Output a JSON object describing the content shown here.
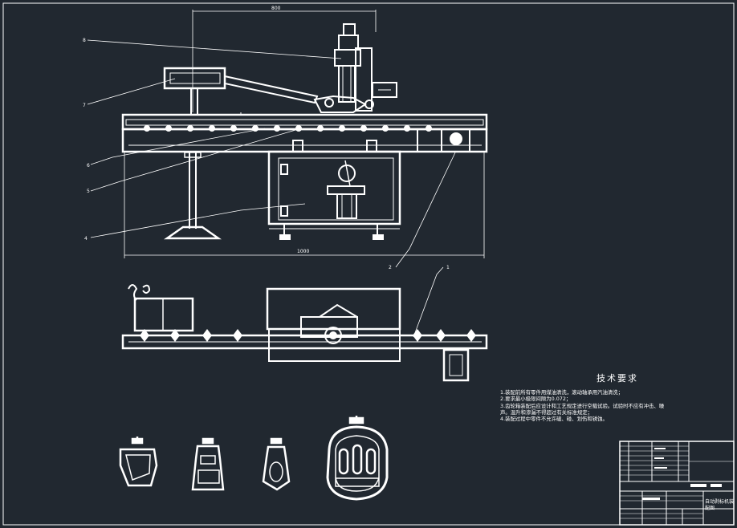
{
  "drawing": {
    "background_color": "#212830",
    "line_color": "#ffffff",
    "top_dimension": "800",
    "bottom_dimension": "1000",
    "balloons": [
      "8",
      "7",
      "6",
      "5",
      "4",
      "2",
      "1"
    ]
  },
  "tech_requirements": {
    "title": "技术要求",
    "items": [
      "1.装配前所有零件用煤油清洗，滚动轴承用汽油清洗；",
      "2.要求最小极限间隙为0.072；",
      "3.齿轮箱装配后应设计和工艺规定进行空载试验。试验时不应有冲击、噪",
      "声。温升和渗漏不得超过有关标准规定；",
      "4.装配过程中零件不允许磕、碰、划伤和锈蚀。"
    ]
  },
  "title_block": {
    "caption": "自动剥标机装配图"
  }
}
